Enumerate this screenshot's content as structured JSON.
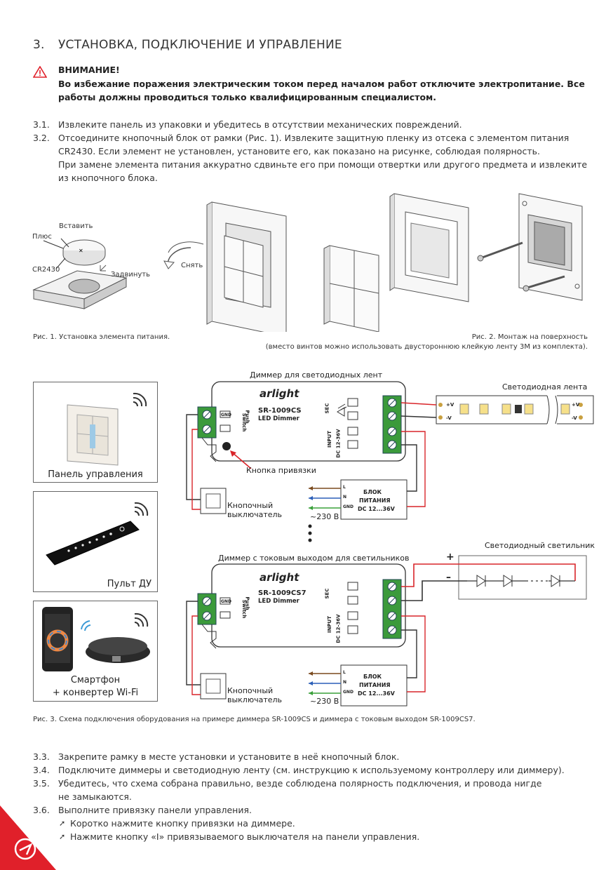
{
  "section": {
    "number": "3.",
    "title": "УСТАНОВКА, ПОДКЛЮЧЕНИЕ И УПРАВЛЕНИЕ"
  },
  "warning": {
    "title": "ВНИМАНИЕ!",
    "text": "Во избежание поражения электрическим током перед началом работ отключите электропитание. Все работы должны проводиться только квалифицированным специалистом."
  },
  "steps_top": [
    {
      "num": "3.1.",
      "lines": [
        "Извлеките панель из упаковки и убедитесь в отсутствии механических повреждений."
      ]
    },
    {
      "num": "3.2.",
      "lines": [
        "Отсоедините кнопочный блок от рамки (Рис. 1). Извлеките защитную пленку из отсека с элементом питания",
        "CR2430. Если элемент не установлен, установите его, как показано на рисунке, соблюдая полярность.",
        "При замене элемента питания аккуратно сдвиньте его при помощи отвертки или другого предмета и извлеките",
        "из кнопочного блока."
      ]
    }
  ],
  "fig1": {
    "insert": "Вставить",
    "plus": "Плюс",
    "cell": "CR2430",
    "slide": "Задвинуть",
    "remove": "Снять",
    "caption": "Рис. 1. Установка элемента питания."
  },
  "fig2": {
    "caption1": "Рис. 2. Монтаж на поверхность",
    "caption2": "(вместо винтов можно использовать двустороннюю клейкую ленту 3M из комплекта)."
  },
  "fig3": {
    "panel1": "Панель управления",
    "panel2": "Пульт ДУ",
    "panel3_line1": "Смартфон",
    "panel3_line2": "+ конвертер Wi-Fi",
    "dimmer1_title": "Диммер для светодиодных лент",
    "dimmer2_title": "Диммер с токовым выходом для светильников",
    "brand": "arlight",
    "model1": "SR-1009CS",
    "model2": "SR-1009CS7",
    "model_sub": "LED Dimmer",
    "sec": "SEC",
    "input": "INPUT",
    "dc": "DC 12-36V",
    "gnd": "GND",
    "push": "Push",
    "switch": "Switch",
    "plus_sign": "+",
    "minus_sign": "–",
    "bind_button": "Кнопка привязки",
    "switch_label1": "Кнопочный",
    "switch_label2": "выключатель",
    "psu_line1": "БЛОК",
    "psu_line2": "ПИТАНИЯ",
    "psu_line3": "DC 12...36V",
    "ac": "~230 В",
    "L": "L",
    "N": "N",
    "strip_title": "Светодиодная лента",
    "vplus": "+V",
    "vminus": "-V",
    "lamp_title": "Светодиодный светильник",
    "caption": "Рис. 3. Схема подключения оборудования на примере диммера SR-1009CS и диммера с токовым выходом SR-1009CS7."
  },
  "steps_bottom": [
    {
      "num": "3.3.",
      "text": "Закрепите рамку в месте установки и установите в неё кнопочный блок."
    },
    {
      "num": "3.4.",
      "text": "Подключите диммеры и светодиодную ленту (см. инструкцию к используемому контроллеру или диммеру)."
    },
    {
      "num": "3.5.",
      "text": "Убедитесь, что схема собрана правильно, везде соблюдена полярность подключения, и провода нигде"
    },
    {
      "num": "",
      "text": "не замыкаются."
    },
    {
      "num": "3.6.",
      "text": "Выполните привязку панели управления."
    }
  ],
  "substeps": [
    "Коротко нажмите кнопку привязки на диммере.",
    "Нажмите кнопку «I» привязываемого выключателя на панели управления."
  ],
  "colors": {
    "accent": "#e0202a",
    "wire_red": "#d9252a",
    "wire_brown": "#7a4a1e",
    "wire_blue": "#2b5fb8",
    "wire_green": "#3aa03a",
    "terminal": "#3b9a3b"
  }
}
